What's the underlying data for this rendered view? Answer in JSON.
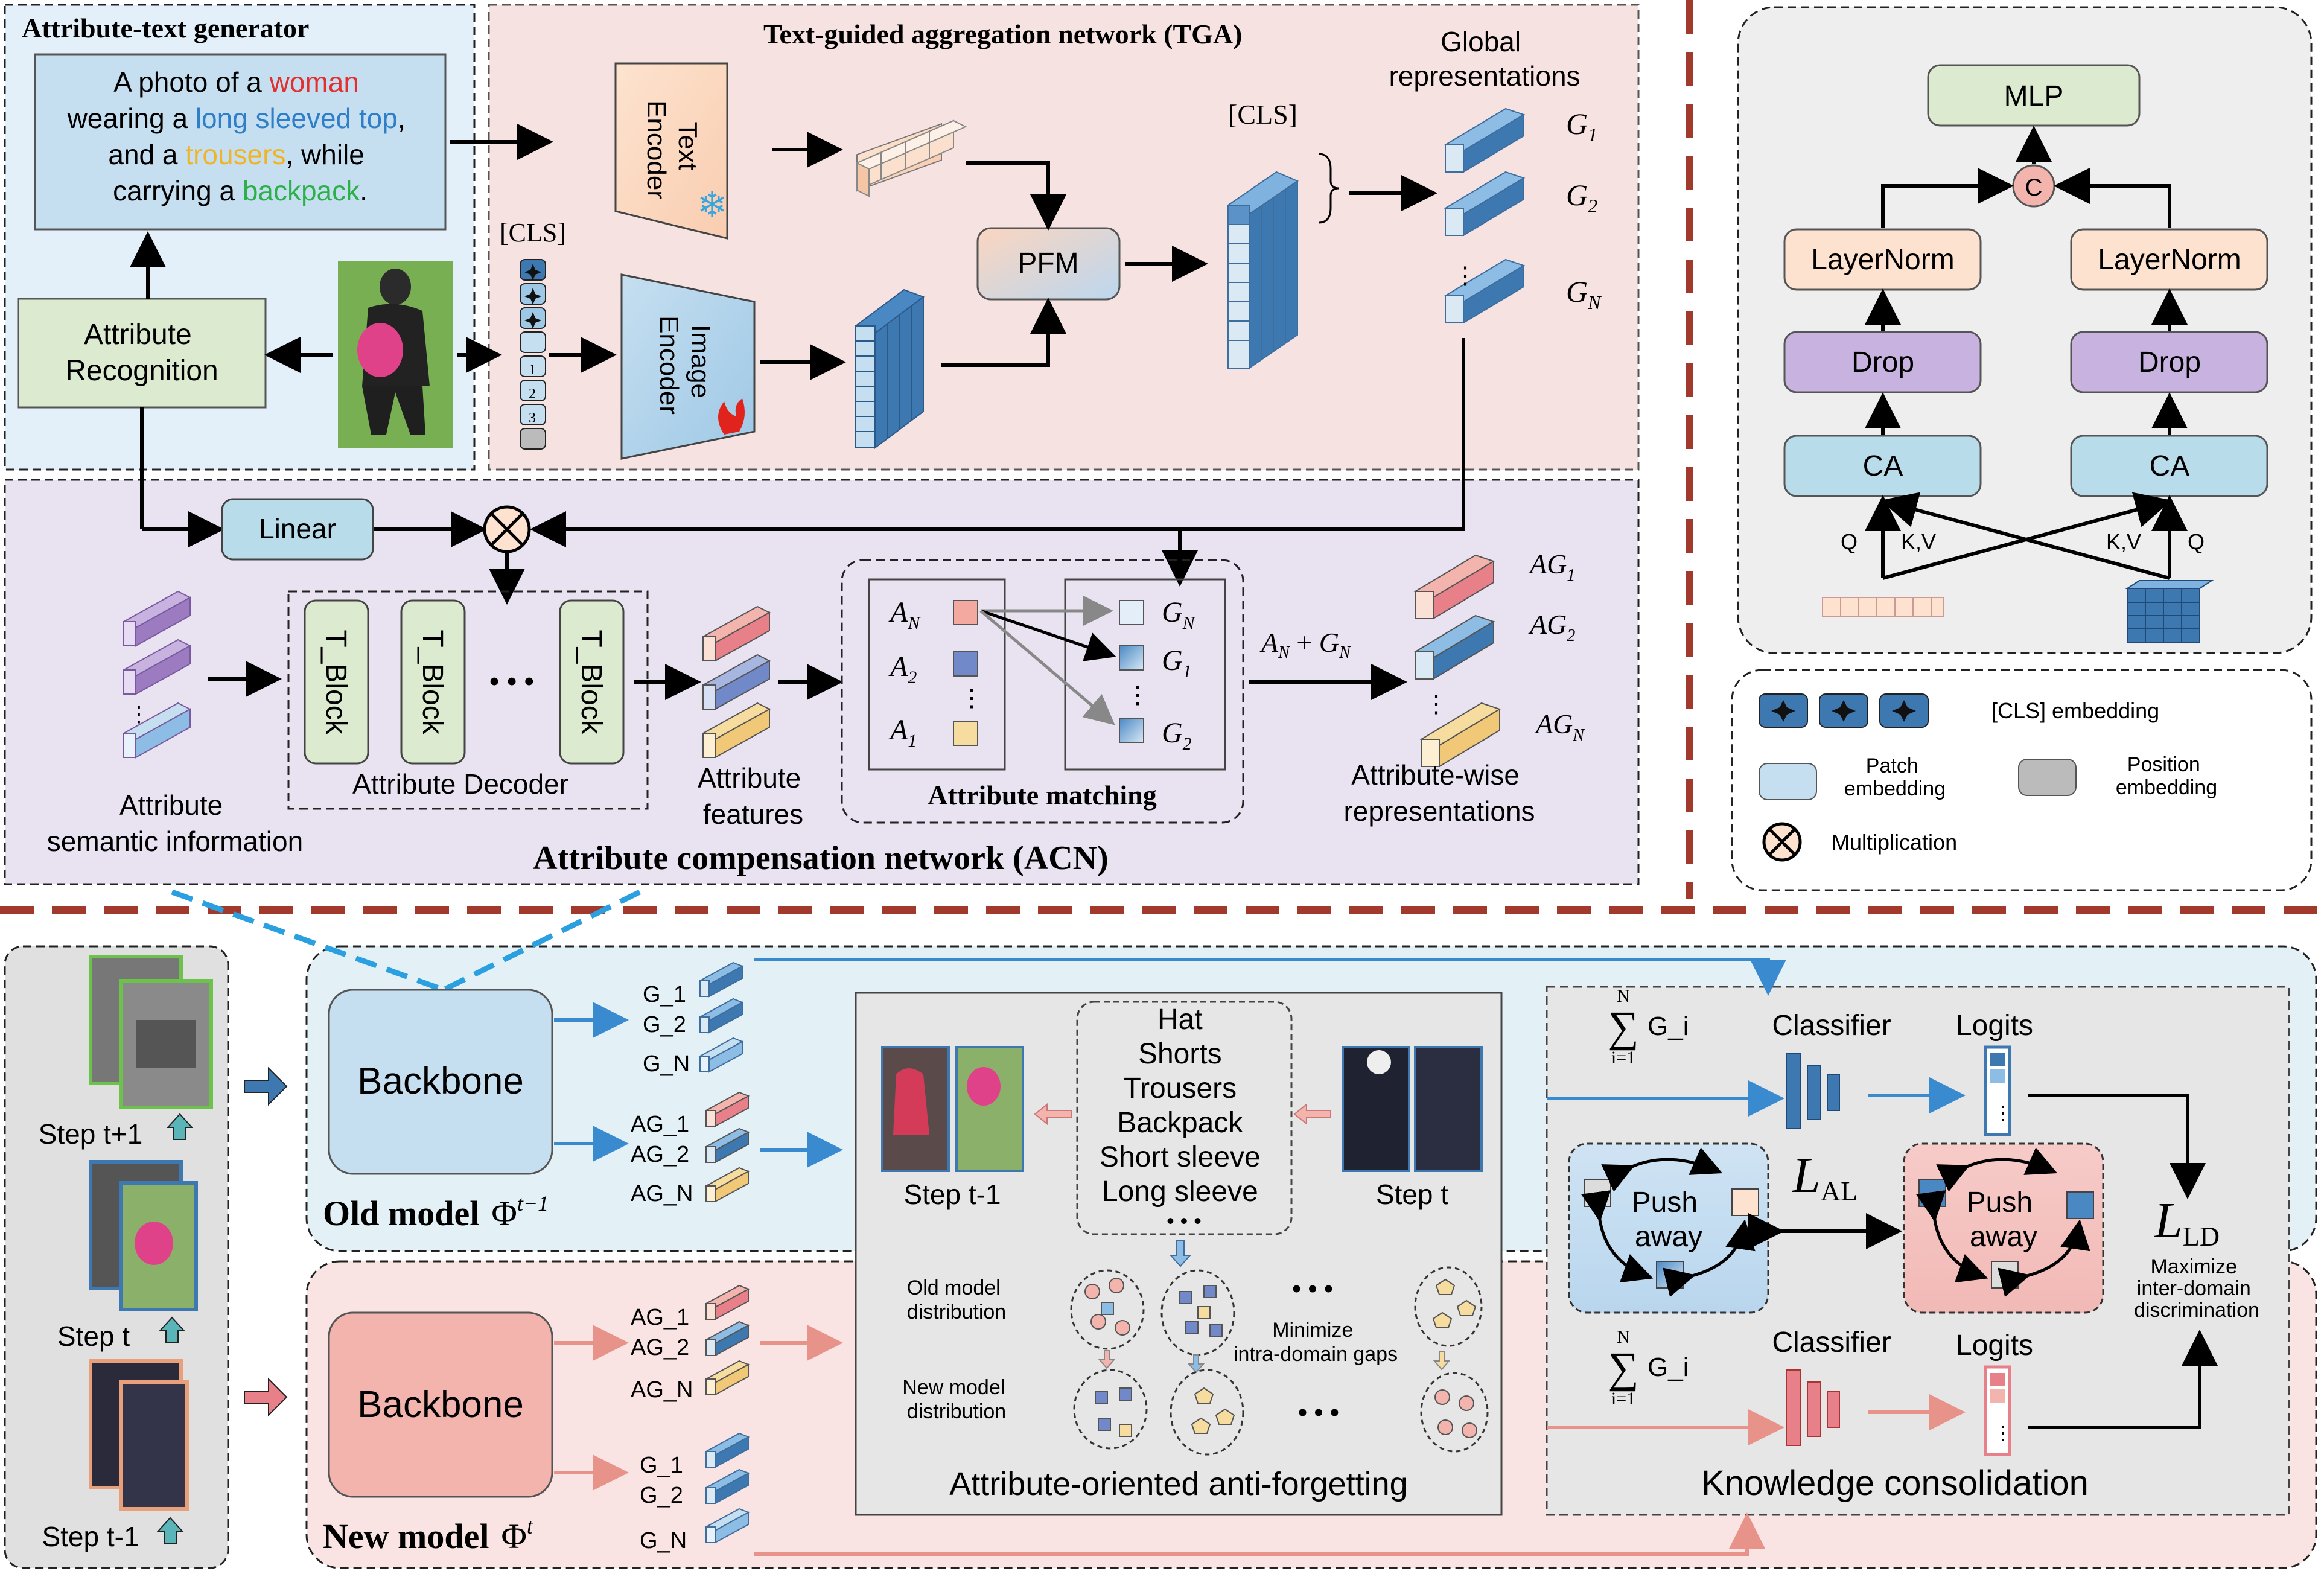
{
  "atg": {
    "title": "Attribute-text generator",
    "caption": {
      "l1a": "A photo of a ",
      "l1b": "woman",
      "l2a": "wearing a ",
      "l2b": "long sleeved top",
      "l2c": ",",
      "l3a": "and a ",
      "l3b": "trousers",
      "l3c": ", while",
      "l4a": "carrying a ",
      "l4b": "backpack",
      "l4c": "."
    },
    "attr_recog": [
      "Attribute",
      "Recognition"
    ]
  },
  "tga": {
    "title": "Text-guided  aggregation network (TGA)",
    "text_encoder": [
      "Text",
      "Encoder"
    ],
    "image_encoder": [
      "Image",
      "Encoder"
    ],
    "pfm": "PFM",
    "cls": "[CLS]",
    "cls2": "[CLS]",
    "global_title": [
      "Global",
      "representations"
    ],
    "G": {
      "g1": "G",
      "g1s": "1",
      "g2": "G",
      "g2s": "2",
      "gn": "G",
      "gns": "N"
    },
    "token_nums": [
      "1",
      "2",
      "3"
    ]
  },
  "acn": {
    "title": "Attribute compensation network (ACN)",
    "linear": "Linear",
    "tblock": "T_Block",
    "dots": "• • •",
    "decoder": "Attribute Decoder",
    "semantic": [
      "Attribute",
      "semantic information"
    ],
    "features": [
      "Attribute",
      "features"
    ],
    "matching": "Attribute matching",
    "A": {
      "an": "A",
      "ans": "N",
      "a2": "A",
      "a2s": "2",
      "a1": "A",
      "a1s": "1"
    },
    "GM": {
      "gn": "G",
      "gns": "N",
      "g1": "G",
      "g1s": "1",
      "g2": "G",
      "g2s": "2"
    },
    "sum": {
      "a": "A",
      "as": "N",
      "plus": " + ",
      "g": "G",
      "gs": "N"
    },
    "aw": [
      "Attribute-wise",
      "representations"
    ],
    "AG": {
      "ag1": "AG",
      "ag1s": "1",
      "ag2": "AG",
      "ag2s": "2",
      "agn": "AG",
      "agns": "N"
    }
  },
  "ca": {
    "mlp": "MLP",
    "concat": "C",
    "layernorm": "LayerNorm",
    "drop": "Drop",
    "ca": "CA",
    "q": "Q",
    "kv": "K,V"
  },
  "legend": {
    "cls": "[CLS] embedding",
    "patch": [
      "Patch",
      "embedding"
    ],
    "pos": [
      "Position",
      "embedding"
    ],
    "mult": "Multiplication"
  },
  "steps": {
    "s1": "Step t+1",
    "s2": "Step t",
    "s3": "Step t-1"
  },
  "old_model": {
    "backbone": "Backbone",
    "label": "Old model",
    "phi": "Φ",
    "sup": "t−1",
    "g": [
      "G_1",
      "G_2",
      "G_N"
    ],
    "ag": [
      "AG_1",
      "AG_2",
      "AG_N"
    ]
  },
  "new_model": {
    "backbone": "Backbone",
    "label": "New model",
    "phi": "Φ",
    "sup": "t",
    "ag": [
      "AG_1",
      "AG_2",
      "AG_N"
    ],
    "g": [
      "G_1",
      "G_2",
      "G_N"
    ]
  },
  "aoaf": {
    "title": "Attribute-oriented anti-forgetting",
    "step_prev": "Step t-1",
    "step_cur": "Step t",
    "attrs": [
      "Hat",
      "Shorts",
      "Trousers",
      "Backpack",
      "Short sleeve",
      "Long sleeve",
      "• • •"
    ],
    "old_dist": [
      "Old model",
      "distribution"
    ],
    "new_dist": [
      "New model",
      "distribution"
    ],
    "minimize": [
      "Minimize",
      "intra-domain gaps"
    ],
    "dots": "• • •"
  },
  "kc": {
    "title": "Knowledge consolidation",
    "sum_top": "N",
    "sum_bottom": "i=1",
    "sum_sym": "∑",
    "sum_term": "G_i",
    "classifier": "Classifier",
    "logits": "Logits",
    "push": [
      "Push",
      "away"
    ],
    "lal": "L",
    "lal_sub": "AL",
    "lld": "L",
    "lld_sub": "LD",
    "maximize": [
      "Maximize",
      "inter-domain",
      "discrimination"
    ]
  }
}
